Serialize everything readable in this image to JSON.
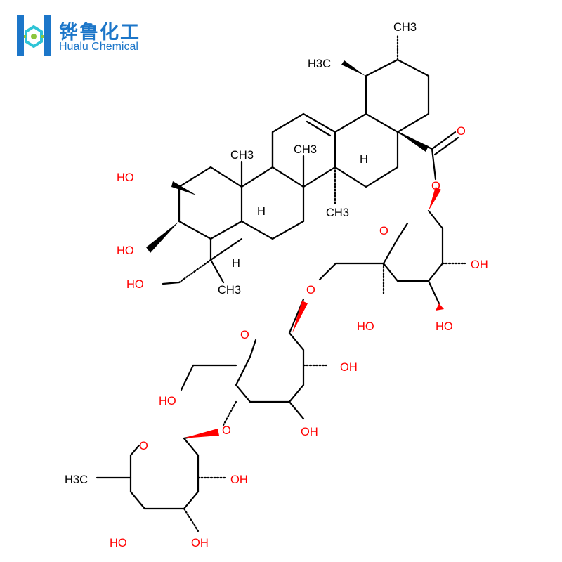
{
  "logo": {
    "name_zh": "铧鲁化工",
    "name_en": "Hualu Chemical",
    "colors": {
      "blue": "#1c76c9",
      "cyan": "#2ec4d6",
      "green": "#8cc63e"
    }
  },
  "molecule": {
    "colors": {
      "bond": "#000000",
      "oxygen": "#ff0000"
    },
    "labels": {
      "ch3_top": "CH3",
      "h3c_upper": "H3C",
      "h_ring_d": "H",
      "ch3_c10": "CH3",
      "ch3_c8": "CH3",
      "ch3_c14": "CH3",
      "h_c9": "H",
      "h_c5": "H",
      "ch3_c4": "CH3",
      "ho_c2": "HO",
      "ho_c3": "HO",
      "ho_c23": "HO",
      "ester_o_carbonyl": "O",
      "ester_o_link": "O",
      "sugar1_ring_o": "O",
      "sugar1_oh_c2": "OH",
      "sugar1_oh_c3": "HO",
      "sugar1_oh_c4": "HO",
      "glyco_o_6": "O",
      "sugar2_ring_o": "O",
      "sugar2_oh_c2": "OH",
      "sugar2_oh_c3": "OH",
      "sugar2_ho_c6": "HO",
      "glyco_o_4": "O",
      "sugar3_ring_o": "O",
      "sugar3_oh_c2": "OH",
      "sugar3_oh_c3": "OH",
      "sugar3_oh_c4": "HO",
      "h3c_lower": "H3C"
    }
  }
}
